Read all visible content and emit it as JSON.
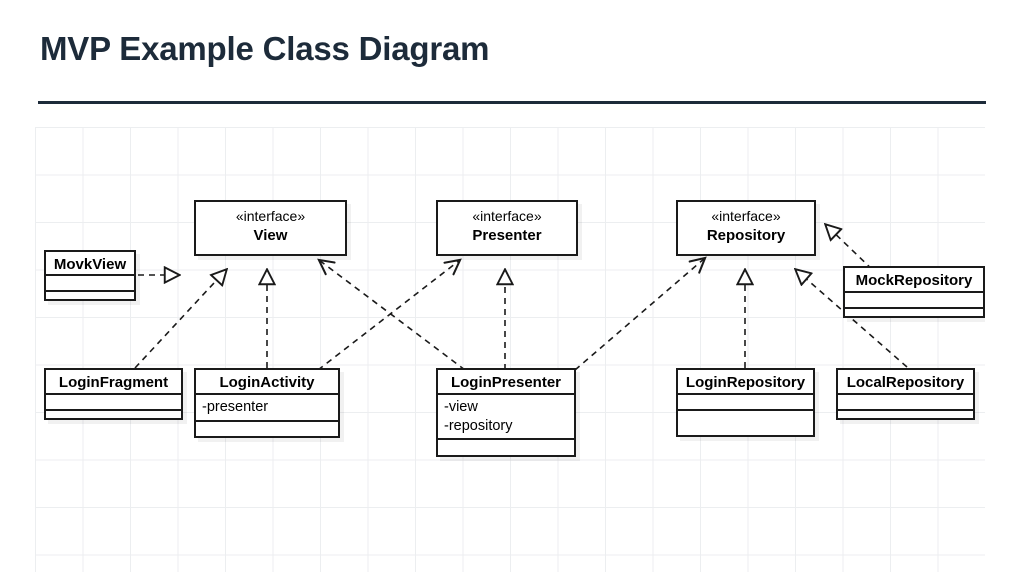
{
  "slide": {
    "title": "MVP Example Class Diagram",
    "title_color": "#1d2b3a",
    "rule_color": "#1d2b3a",
    "background": "#ffffff",
    "grid_color": "#eceef0"
  },
  "diagram": {
    "type": "uml-class-diagram",
    "stereotype_interface": "«interface»",
    "classes": [
      {
        "id": "mockview",
        "name": "MovkView",
        "stereotype": "",
        "attributes": [],
        "operations": []
      },
      {
        "id": "view",
        "name": "View",
        "stereotype": "«interface»",
        "attributes": [],
        "operations": []
      },
      {
        "id": "presenter",
        "name": "Presenter",
        "stereotype": "«interface»",
        "attributes": [],
        "operations": []
      },
      {
        "id": "repository",
        "name": "Repository",
        "stereotype": "«interface»",
        "attributes": [],
        "operations": []
      },
      {
        "id": "mockrepository",
        "name": "MockRepository",
        "stereotype": "",
        "attributes": [],
        "operations": []
      },
      {
        "id": "loginfragment",
        "name": "LoginFragment",
        "stereotype": "",
        "attributes": [],
        "operations": []
      },
      {
        "id": "loginactivity",
        "name": "LoginActivity",
        "stereotype": "",
        "attributes": [
          "-presenter"
        ],
        "operations": []
      },
      {
        "id": "loginpresenter",
        "name": "LoginPresenter",
        "stereotype": "",
        "attributes": [
          "-view",
          "-repository"
        ],
        "operations": []
      },
      {
        "id": "loginrepository",
        "name": "LoginRepository",
        "stereotype": "",
        "attributes": [],
        "operations": []
      },
      {
        "id": "localrepository",
        "name": "LocalRepository",
        "stereotype": "",
        "attributes": [],
        "operations": []
      }
    ],
    "relationships": [
      {
        "from": "mockview",
        "to": "view",
        "kind": "realization",
        "style": "dashed",
        "arrow": "hollow-triangle"
      },
      {
        "from": "loginfragment",
        "to": "view",
        "kind": "realization",
        "style": "dashed",
        "arrow": "hollow-triangle"
      },
      {
        "from": "loginactivity",
        "to": "view",
        "kind": "realization",
        "style": "dashed",
        "arrow": "hollow-triangle"
      },
      {
        "from": "loginpresenter",
        "to": "view",
        "kind": "dependency",
        "style": "dashed",
        "arrow": "open"
      },
      {
        "from": "loginactivity",
        "to": "presenter",
        "kind": "dependency",
        "style": "dashed",
        "arrow": "open"
      },
      {
        "from": "loginpresenter",
        "to": "presenter",
        "kind": "realization",
        "style": "dashed",
        "arrow": "hollow-triangle"
      },
      {
        "from": "loginpresenter",
        "to": "repository",
        "kind": "dependency",
        "style": "dashed",
        "arrow": "open"
      },
      {
        "from": "loginrepository",
        "to": "repository",
        "kind": "realization",
        "style": "dashed",
        "arrow": "hollow-triangle"
      },
      {
        "from": "localrepository",
        "to": "repository",
        "kind": "realization",
        "style": "dashed",
        "arrow": "hollow-triangle"
      },
      {
        "from": "mockrepository",
        "to": "repository",
        "kind": "realization",
        "style": "dashed",
        "arrow": "hollow-triangle"
      }
    ]
  }
}
